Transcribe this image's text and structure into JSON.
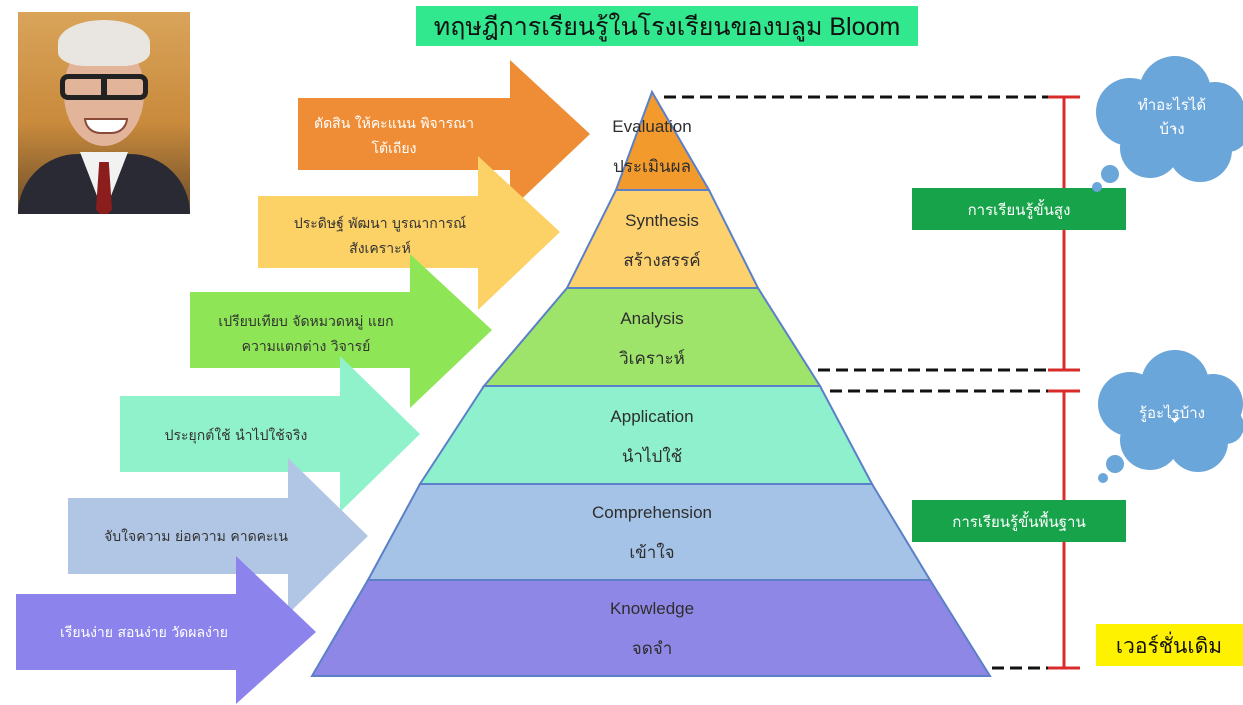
{
  "title": "ทฤษฎีการเรียนรู้ในโรงเรียนของบลูม Bloom",
  "levels": [
    {
      "en": "Evaluation",
      "th": "ประเมินผล",
      "color": "#f39a2c"
    },
    {
      "en": "Synthesis",
      "th": "สร้างสรรค์",
      "color": "#fcd16e"
    },
    {
      "en": "Analysis",
      "th": "วิเคราะห์",
      "color": "#9fe46a"
    },
    {
      "en": "Application",
      "th": "นำไปใช้",
      "color": "#8ef0cc"
    },
    {
      "en": "Comprehension",
      "th": "เข้าใจ",
      "color": "#a4c3e6"
    },
    {
      "en": "Knowledge",
      "th": "จดจำ",
      "color": "#8f87e6"
    }
  ],
  "arrows": [
    {
      "lines": [
        "ตัดสิน ให้คะแนน พิจารณา",
        "โต้เถียง"
      ],
      "color": "#ee8d35",
      "text_color": "#ffffff"
    },
    {
      "lines": [
        "ประดิษฐ์ พัฒนา บูรณาการณ์",
        "สังเคราะห์"
      ],
      "color": "#fcd166",
      "text_color": "#333333"
    },
    {
      "lines": [
        "เปรียบเทียบ จัดหมวดหมู่ แยก",
        "ความแตกต่าง วิจารย์"
      ],
      "color": "#8ee657",
      "text_color": "#333333"
    },
    {
      "lines": [
        "ประยุกต์ใช้ นำไปใช้จริง"
      ],
      "color": "#8ff2cb",
      "text_color": "#333333"
    },
    {
      "lines": [
        "จับใจความ ย่อความ คาดคะเน"
      ],
      "color": "#b0c6e4",
      "text_color": "#333333"
    },
    {
      "lines": [
        "เรียนง่าย สอนง่าย วัดผลง่าย"
      ],
      "color": "#8c84ec",
      "text_color": "#ffffff"
    }
  ],
  "labels": {
    "higher": "การเรียนรู้ขั้นสูง",
    "basic": "การเรียนรู้ขั้นพื้นฐาน",
    "cloud_top": [
      "ทำอะไรได้",
      "บ้าง"
    ],
    "cloud_bottom": "รู้อะไรบ้าง",
    "version": "เวอร์ชั่นเดิม"
  },
  "colors": {
    "title_bg": "#32e88f",
    "label_bg": "#17a34a",
    "bracket": "#d92b2b",
    "cloud": "#6aa6da",
    "version_bg": "#fff200"
  }
}
